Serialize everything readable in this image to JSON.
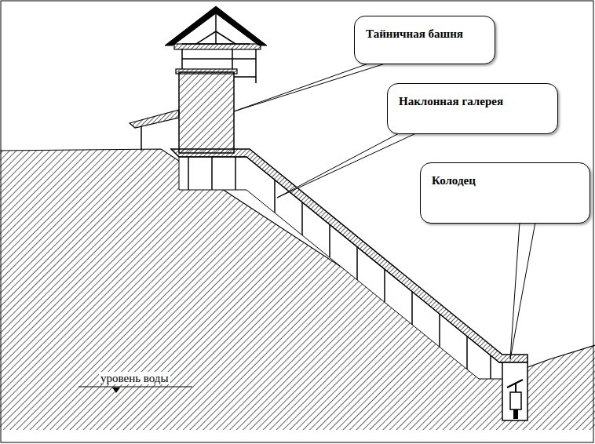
{
  "diagram": {
    "nodes": [
      {
        "text": [
          "Тайничная башня"
        ]
      },
      {
        "text": [
          "Наклонная галерея"
        ]
      },
      {
        "text": [
          "Колодец"
        ]
      }
    ],
    "labels": [
      "уровень воды"
    ]
  }
}
